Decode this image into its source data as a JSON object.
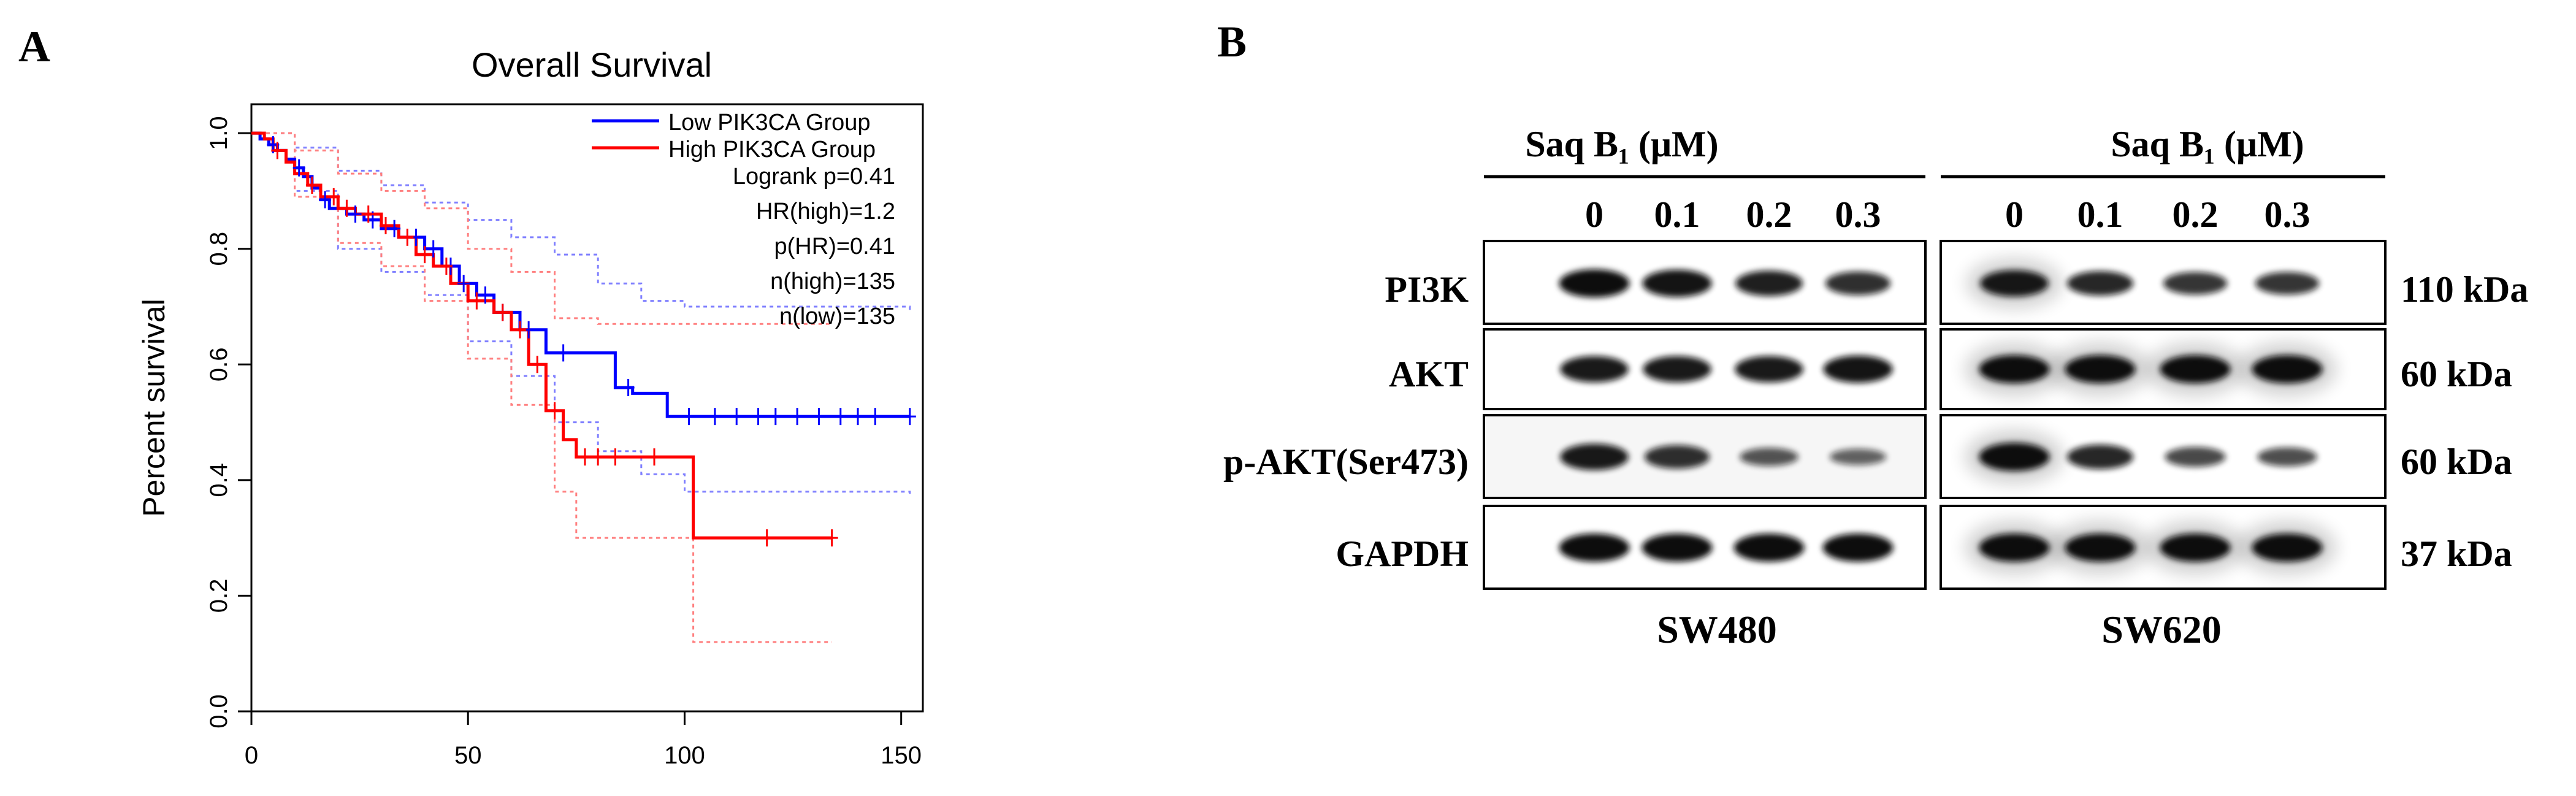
{
  "panels": {
    "a_label": "A",
    "b_label": "B"
  },
  "chart_data": {
    "type": "line",
    "title": "Overall Survival",
    "xlabel": "",
    "ylabel": "Percent survival",
    "xlim": [
      0,
      155
    ],
    "ylim": [
      0,
      1.05
    ],
    "xticks": [
      "0",
      "50",
      "100",
      "150"
    ],
    "yticks": [
      "0.0",
      "0.2",
      "0.4",
      "0.6",
      "0.8",
      "1.0"
    ],
    "grid": false,
    "legend_position": "top-right",
    "series": [
      {
        "name": "Low PIK3CA Group",
        "color": "#0000ff",
        "steps": [
          [
            0,
            1.0
          ],
          [
            2,
            0.99
          ],
          [
            4,
            0.98
          ],
          [
            6,
            0.97
          ],
          [
            8,
            0.955
          ],
          [
            10,
            0.94
          ],
          [
            12,
            0.925
          ],
          [
            14,
            0.905
          ],
          [
            16,
            0.885
          ],
          [
            18,
            0.87
          ],
          [
            22,
            0.86
          ],
          [
            26,
            0.85
          ],
          [
            30,
            0.835
          ],
          [
            34,
            0.82
          ],
          [
            40,
            0.8
          ],
          [
            44,
            0.77
          ],
          [
            48,
            0.74
          ],
          [
            52,
            0.72
          ],
          [
            56,
            0.69
          ],
          [
            62,
            0.66
          ],
          [
            68,
            0.62
          ],
          [
            84,
            0.56
          ],
          [
            88,
            0.55
          ],
          [
            96,
            0.51
          ],
          [
            152,
            0.51
          ]
        ],
        "censor": [
          5,
          11,
          17,
          24,
          28,
          33,
          38,
          42,
          46,
          49,
          54,
          58,
          64,
          72,
          87,
          101,
          107,
          112,
          117,
          121,
          126,
          131,
          136,
          140,
          144,
          152
        ]
      },
      {
        "name": "High PIK3CA Group",
        "color": "#ff0000",
        "steps": [
          [
            0,
            1.0
          ],
          [
            3,
            0.99
          ],
          [
            5,
            0.97
          ],
          [
            8,
            0.95
          ],
          [
            10,
            0.93
          ],
          [
            13,
            0.91
          ],
          [
            16,
            0.89
          ],
          [
            20,
            0.87
          ],
          [
            24,
            0.86
          ],
          [
            30,
            0.84
          ],
          [
            34,
            0.82
          ],
          [
            38,
            0.79
          ],
          [
            42,
            0.77
          ],
          [
            46,
            0.74
          ],
          [
            50,
            0.71
          ],
          [
            56,
            0.69
          ],
          [
            60,
            0.66
          ],
          [
            64,
            0.6
          ],
          [
            68,
            0.52
          ],
          [
            72,
            0.47
          ],
          [
            75,
            0.44
          ],
          [
            102,
            0.3
          ],
          [
            134,
            0.3
          ]
        ],
        "censor": [
          6,
          14,
          19,
          22,
          27,
          31,
          36,
          40,
          45,
          52,
          58,
          62,
          66,
          70,
          77,
          80,
          84,
          93,
          119,
          134
        ]
      }
    ],
    "confidence_bands": [
      {
        "color": "#8080ff",
        "upper": [
          [
            0,
            1.0
          ],
          [
            10,
            0.975
          ],
          [
            20,
            0.935
          ],
          [
            30,
            0.91
          ],
          [
            40,
            0.88
          ],
          [
            50,
            0.85
          ],
          [
            60,
            0.82
          ],
          [
            70,
            0.79
          ],
          [
            80,
            0.74
          ],
          [
            90,
            0.71
          ],
          [
            100,
            0.7
          ],
          [
            152,
            0.69
          ]
        ],
        "lower": [
          [
            0,
            1.0
          ],
          [
            10,
            0.9
          ],
          [
            20,
            0.8
          ],
          [
            30,
            0.76
          ],
          [
            40,
            0.72
          ],
          [
            50,
            0.64
          ],
          [
            60,
            0.58
          ],
          [
            70,
            0.5
          ],
          [
            80,
            0.45
          ],
          [
            90,
            0.41
          ],
          [
            100,
            0.38
          ],
          [
            152,
            0.37
          ]
        ]
      },
      {
        "color": "#ff8080",
        "upper": [
          [
            0,
            1.0
          ],
          [
            10,
            0.97
          ],
          [
            20,
            0.93
          ],
          [
            30,
            0.9
          ],
          [
            40,
            0.87
          ],
          [
            50,
            0.8
          ],
          [
            60,
            0.76
          ],
          [
            70,
            0.68
          ],
          [
            80,
            0.67
          ],
          [
            90,
            0.67
          ],
          [
            102,
            0.67
          ],
          [
            134,
            0.67
          ]
        ],
        "lower": [
          [
            0,
            1.0
          ],
          [
            10,
            0.89
          ],
          [
            20,
            0.81
          ],
          [
            30,
            0.77
          ],
          [
            40,
            0.71
          ],
          [
            50,
            0.61
          ],
          [
            60,
            0.53
          ],
          [
            70,
            0.38
          ],
          [
            75,
            0.3
          ],
          [
            100,
            0.3
          ],
          [
            102,
            0.12
          ],
          [
            134,
            0.12
          ]
        ]
      }
    ],
    "legend_entries": [
      "Low PIK3CA Group",
      "High PIK3CA Group"
    ],
    "stats": [
      "Logrank p=0.41",
      "HR(high)=1.2",
      "p(HR)=0.41",
      "n(high)=135",
      "n(low)=135"
    ]
  },
  "blot": {
    "treatment_label_left": "Saq B₁ (μM)",
    "treatment_label_right": "Saq B₁ (μM)",
    "doses": [
      "0",
      "0.1",
      "0.2",
      "0.3"
    ],
    "proteins": [
      {
        "name": "PI3K",
        "kda": "110 kDa",
        "left_intensity": [
          1.0,
          0.95,
          0.85,
          0.75
        ],
        "right_intensity": [
          0.9,
          0.8,
          0.7,
          0.7
        ]
      },
      {
        "name": "AKT",
        "kda": "60 kDa",
        "left_intensity": [
          0.9,
          0.9,
          0.9,
          0.95
        ],
        "right_intensity": [
          1.0,
          1.0,
          1.0,
          1.0
        ]
      },
      {
        "name": "p-AKT(Ser473)",
        "kda": "60 kDa",
        "left_intensity": [
          0.9,
          0.75,
          0.45,
          0.35
        ],
        "right_intensity": [
          1.0,
          0.8,
          0.55,
          0.5
        ]
      },
      {
        "name": "GAPDH",
        "kda": "37 kDa",
        "left_intensity": [
          1.0,
          1.0,
          1.0,
          1.0
        ],
        "right_intensity": [
          1.0,
          1.0,
          1.0,
          1.0
        ]
      }
    ],
    "cell_line_left": "SW480",
    "cell_line_right": "SW620"
  }
}
